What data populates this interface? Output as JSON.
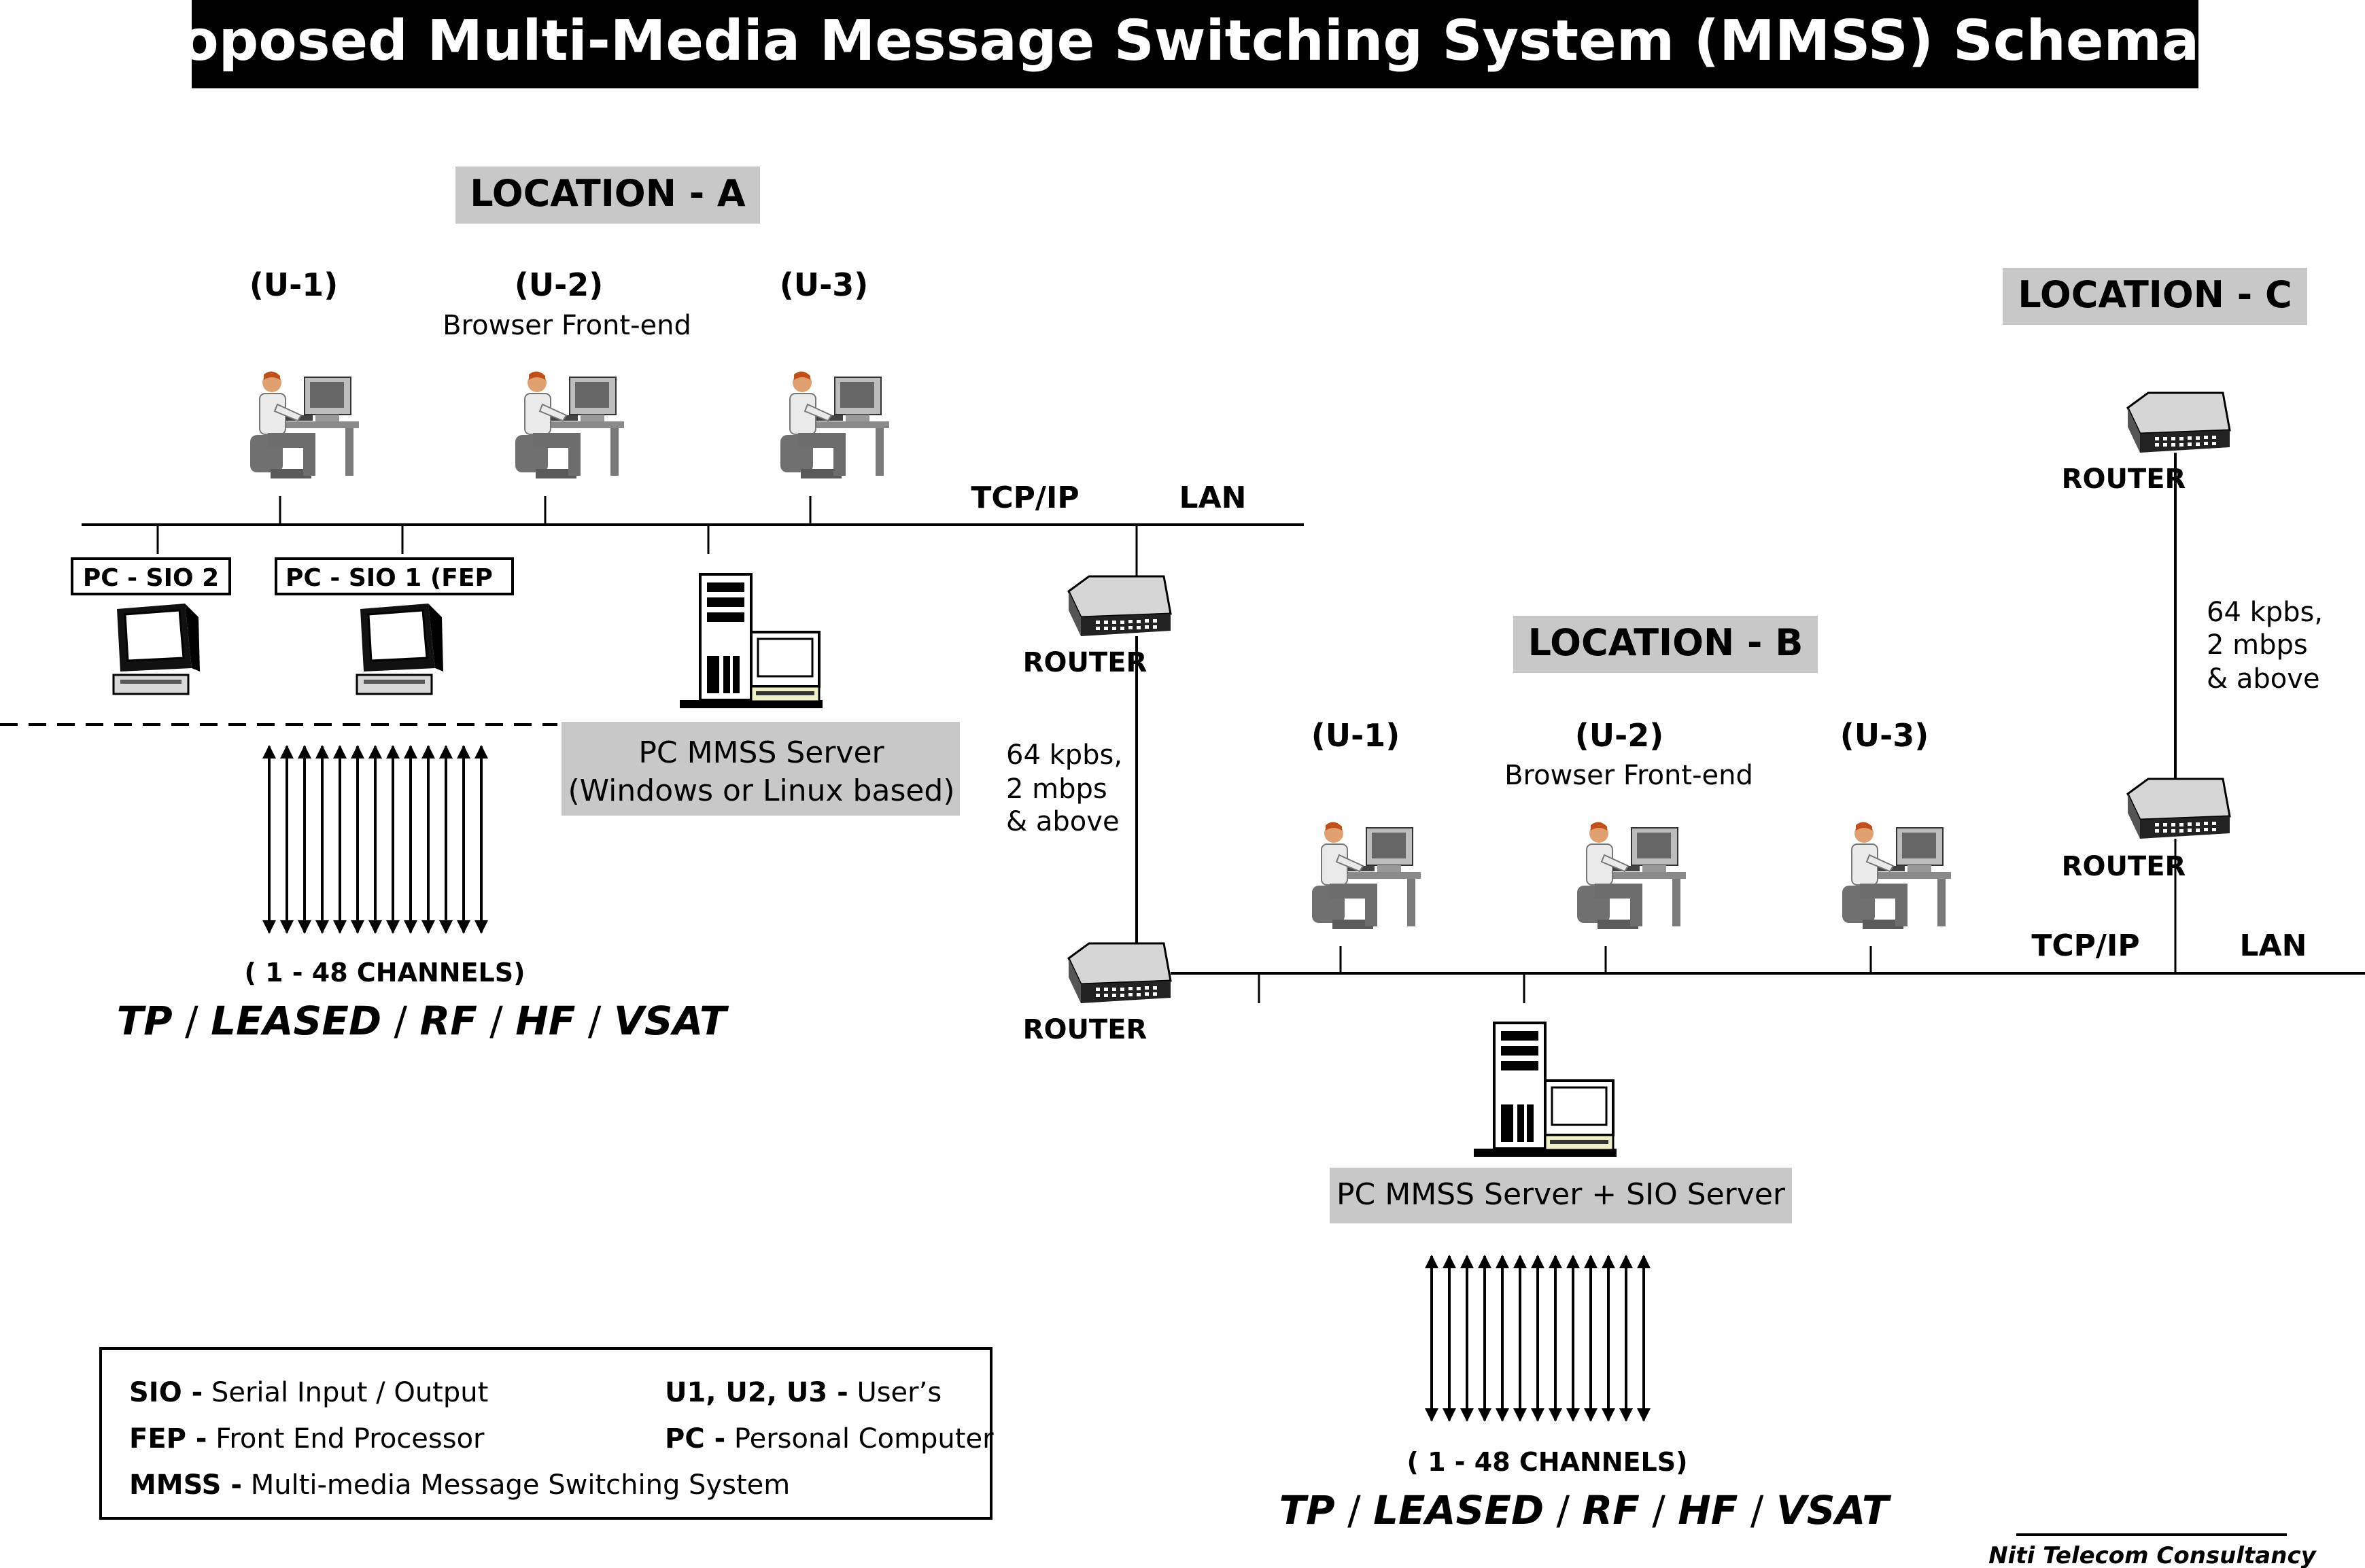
{
  "title": "Proposed Multi-Media Message Switching System (MMSS) Schematic",
  "location_a": {
    "label": "LOCATION - A",
    "users": [
      "(U-1)",
      "(U-2)",
      "(U-3)"
    ],
    "browser_label": "Browser Front-end",
    "protocol": "TCP/IP",
    "network": "LAN",
    "pc_sio2": "PC - SIO 2",
    "pc_sio1": "PC - SIO 1 (FEP",
    "server_line1": "PC MMSS Server",
    "server_line2": "(Windows or Linux based)",
    "channels": "( 1 - 48 CHANNELS)",
    "media_parts": [
      "TP",
      "LEASED",
      "RF",
      "HF",
      "VSAT"
    ],
    "media_separator": "/"
  },
  "location_b": {
    "label": "LOCATION - B",
    "users": [
      "(U-1)",
      "(U-2)",
      "(U-3)"
    ],
    "browser_label": "Browser Front-end",
    "protocol": "TCP/IP",
    "network": "LAN",
    "server_label": "PC MMSS Server + SIO Server",
    "channels": "( 1 - 48 CHANNELS)",
    "media_parts": [
      "TP",
      "LEASED",
      "RF",
      "HF",
      "VSAT"
    ],
    "media_separator": "/"
  },
  "location_c": {
    "label": "LOCATION - C"
  },
  "router_label": "ROUTER",
  "link_speed_lines": [
    "64 kpbs,",
    "2 mbps",
    "& above"
  ],
  "legend": {
    "items": [
      {
        "key": "SIO -",
        "desc": "Serial Input / Output"
      },
      {
        "key": "U1, U2, U3 -",
        "desc": "User’s"
      },
      {
        "key": "FEP -",
        "desc": "Front End Processor"
      },
      {
        "key": "PC -",
        "desc": "Personal Computer"
      },
      {
        "key": "MMSS -",
        "desc": "Multi-media Message Switching System"
      }
    ]
  },
  "credit": "Niti Telecom Consultancy"
}
